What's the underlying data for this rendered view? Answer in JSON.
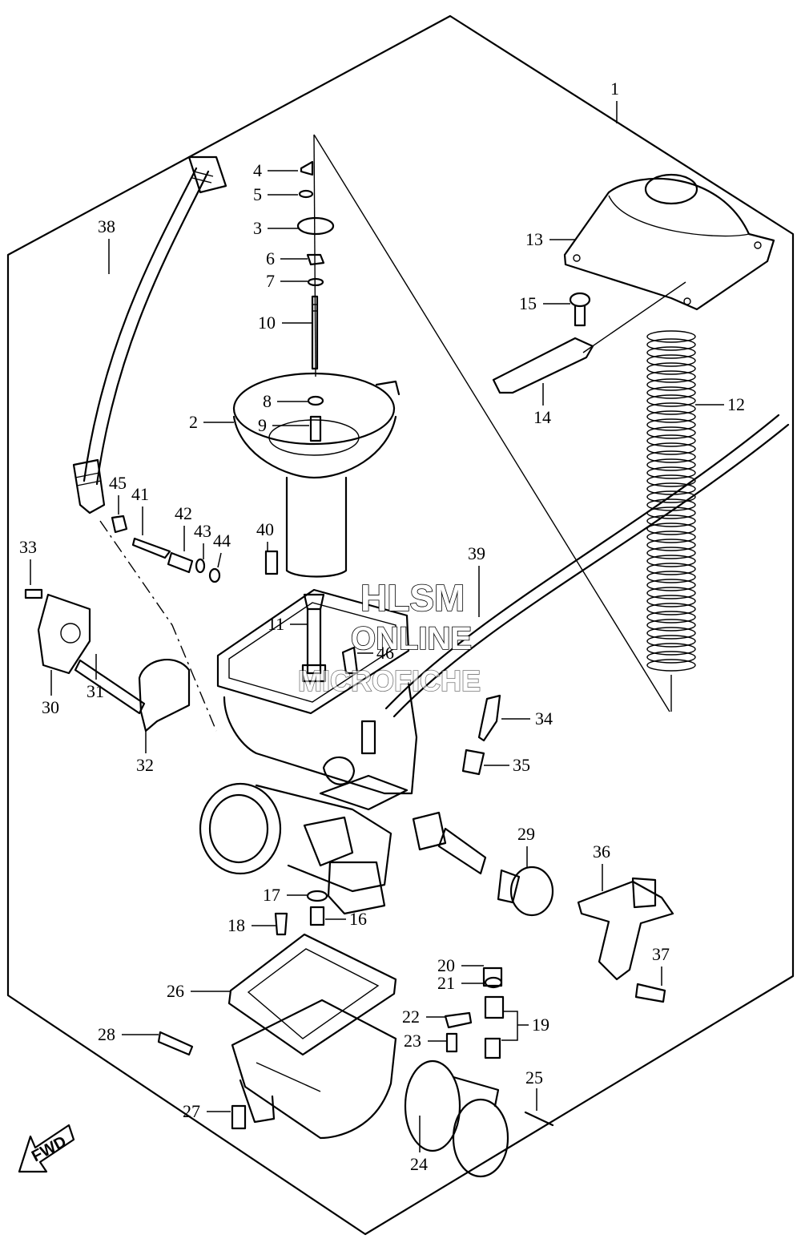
{
  "callouts": {
    "c1": "1",
    "c2": "2",
    "c3": "3",
    "c4": "4",
    "c5": "5",
    "c6": "6",
    "c7": "7",
    "c8": "8",
    "c9": "9",
    "c10": "10",
    "c11": "11",
    "c12": "12",
    "c13": "13",
    "c14": "14",
    "c15": "15",
    "c16": "16",
    "c17": "17",
    "c18": "18",
    "c19": "19",
    "c20": "20",
    "c21": "21",
    "c22": "22",
    "c23": "23",
    "c24": "24",
    "c25": "25",
    "c26": "26",
    "c27": "27",
    "c28": "28",
    "c29": "29",
    "c30": "30",
    "c31": "31",
    "c32": "32",
    "c33": "33",
    "c34": "34",
    "c35": "35",
    "c36": "36",
    "c37": "37",
    "c38": "38",
    "c39": "39",
    "c40": "40",
    "c41": "41",
    "c42": "42",
    "c43": "43",
    "c44": "44",
    "c45": "45",
    "c46": "46"
  },
  "watermark": {
    "line1": "HLSM",
    "line2": "ONLINE",
    "line3": "MICROFICHE"
  },
  "direction_badge": "FWD",
  "colors": {
    "ink": "#000000",
    "paper": "#ffffff"
  }
}
